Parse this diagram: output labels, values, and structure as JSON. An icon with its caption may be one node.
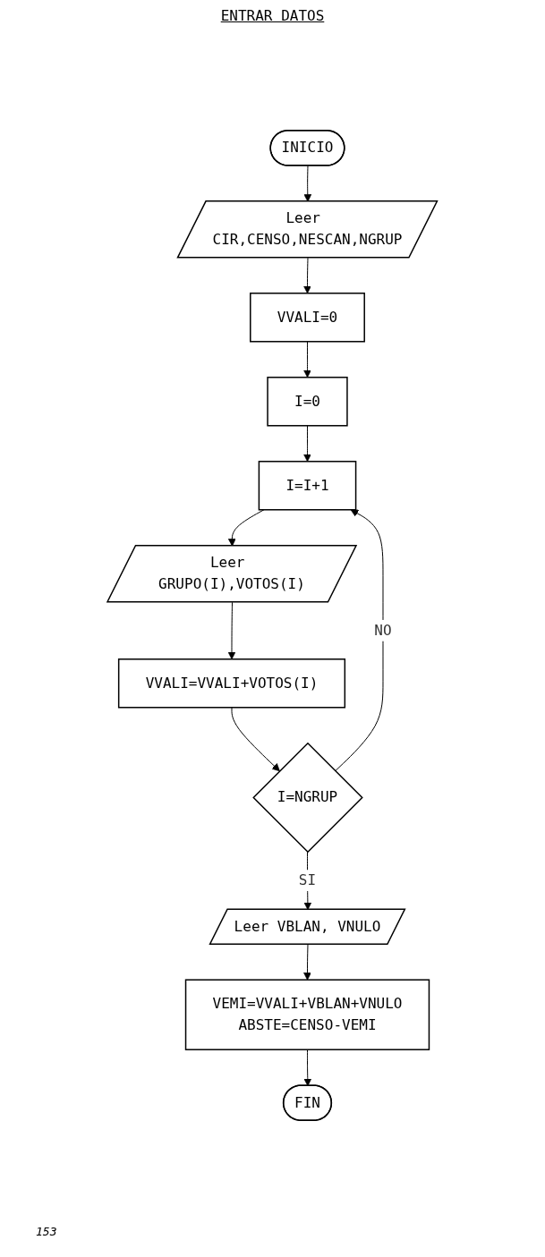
{
  "diagram": {
    "title": "ENTRAR DATOS",
    "nodes": [
      {
        "text": [
          "INICIO"
        ]
      },
      {
        "text": [
          "Leer CIR,CENSO,NESCAN,NGRUP"
        ]
      },
      {
        "text": [
          "VVALI=0"
        ]
      },
      {
        "text": [
          "I=0"
        ]
      },
      {
        "text": [
          "I=I+1"
        ]
      },
      {
        "text": [
          "Leer GRUPO(I),VOTOS(I)"
        ]
      },
      {
        "text": [
          "VVALI=VVALI+VOTOS(I)"
        ]
      },
      {
        "text": [
          "I=NGRUP"
        ]
      },
      {
        "text": [
          "Leer VBLAN, VNULO"
        ]
      },
      {
        "text": [
          "VEMI=VVALI+VBLAN+VNULO",
          "ABSTE=CENSO-VEMI"
        ]
      },
      {
        "text": [
          "FIN"
        ]
      }
    ],
    "edges": [
      {
        "from": 0,
        "to": 1,
        "arrow": "to"
      },
      {
        "from": 1,
        "to": 2,
        "arrow": "to"
      },
      {
        "from": 2,
        "to": 3,
        "arrow": "to"
      },
      {
        "from": 3,
        "to": 4,
        "arrow": "to"
      },
      {
        "from": 4,
        "to": 5,
        "arrow": "to"
      },
      {
        "from": 5,
        "to": 6,
        "arrow": "to"
      },
      {
        "from": 6,
        "to": 7,
        "arrow": "to"
      },
      {
        "from": 7,
        "to": 4,
        "label": "NO",
        "arrow": "to"
      },
      {
        "from": 7,
        "to": 8,
        "label": "SI",
        "arrow": "to"
      },
      {
        "from": 8,
        "to": 9,
        "arrow": "to"
      },
      {
        "from": 9,
        "to": 10,
        "arrow": "to"
      }
    ],
    "labels": [
      "153"
    ]
  }
}
